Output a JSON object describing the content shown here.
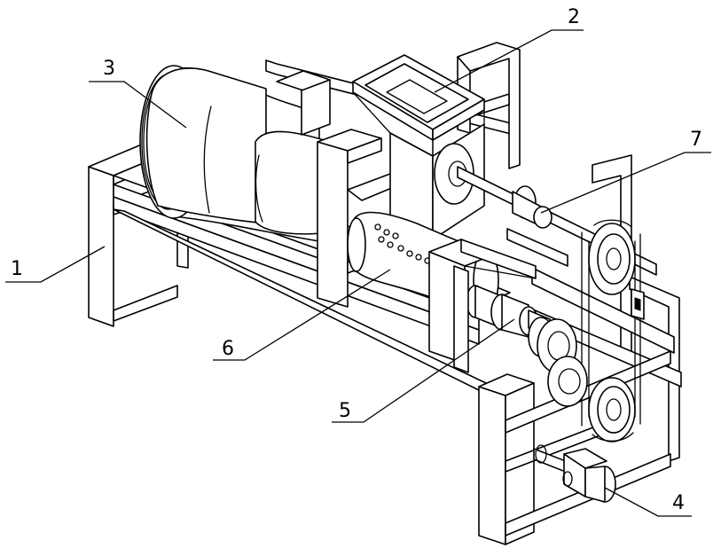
{
  "labels": [
    {
      "id": "1",
      "text": "1"
    },
    {
      "id": "2",
      "text": "2"
    },
    {
      "id": "3",
      "text": "3"
    },
    {
      "id": "4",
      "text": "4"
    },
    {
      "id": "5",
      "text": "5"
    },
    {
      "id": "6",
      "text": "6"
    },
    {
      "id": "7",
      "text": "7"
    }
  ],
  "colors": {
    "line": "#000000",
    "background": "#ffffff"
  }
}
